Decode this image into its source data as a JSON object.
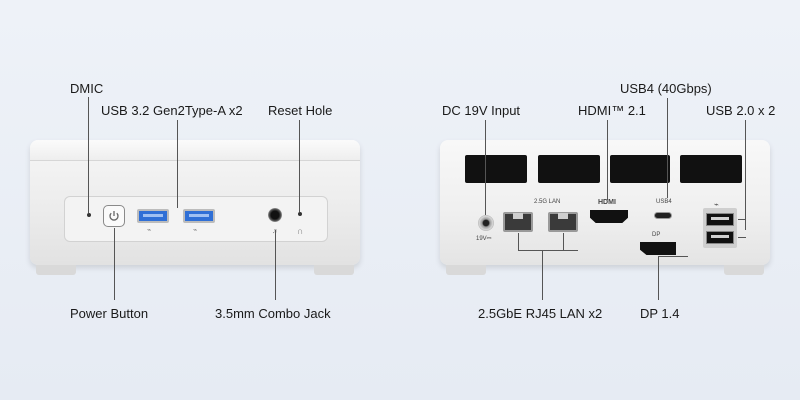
{
  "front_labels": {
    "dmic": "DMIC",
    "usb32": "USB 3.2 Gen2Type-A x2",
    "reset": "Reset Hole",
    "power": "Power Button",
    "jack": "3.5mm Combo Jack"
  },
  "rear_labels": {
    "dc": "DC 19V Input",
    "hdmi": "HDMI™ 2.1",
    "usb4": "USB4 (40Gbps)",
    "usb2": "USB 2.0 x 2",
    "lan": "2.5GbE RJ45 LAN x2",
    "dp": "DP 1.4"
  },
  "port_markings": {
    "lan": "2.5G LAN",
    "hdmi": "HDMI",
    "usb4": "USB4",
    "dp": "DP",
    "dc": "19V⎓"
  },
  "colors": {
    "usb3_blue": "#2f6fd6",
    "background": "#eef2f8"
  }
}
